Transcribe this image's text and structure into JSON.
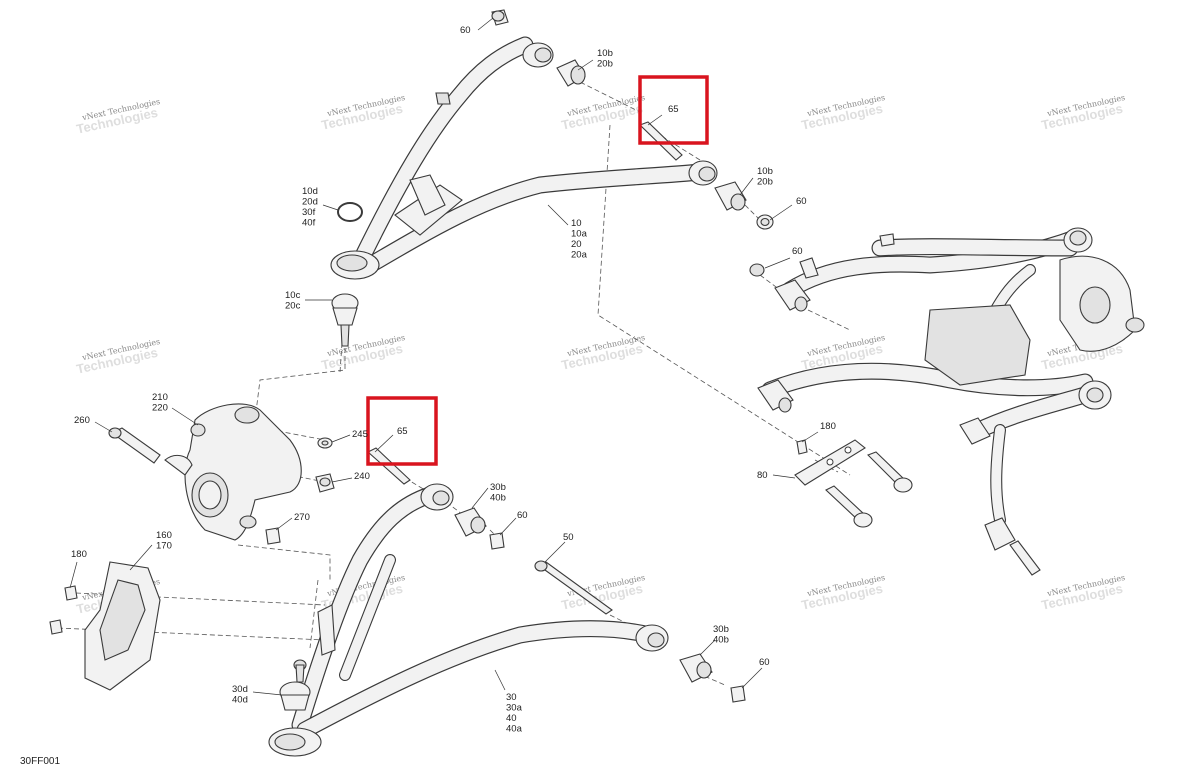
{
  "callouts": [
    {
      "lines": [
        "60"
      ]
    },
    {
      "lines": [
        "10b",
        "20b"
      ]
    },
    {
      "lines": [
        "65"
      ]
    },
    {
      "lines": [
        "10b",
        "20b"
      ]
    },
    {
      "lines": [
        "60"
      ]
    },
    {
      "lines": [
        "10d",
        "20d",
        "30f",
        "40f"
      ]
    },
    {
      "lines": [
        "10",
        "10a",
        "20",
        "20a"
      ]
    },
    {
      "lines": [
        "10c",
        "20c"
      ]
    },
    {
      "lines": [
        "60"
      ]
    },
    {
      "lines": [
        "210",
        "220"
      ]
    },
    {
      "lines": [
        "260"
      ]
    },
    {
      "lines": [
        "245"
      ]
    },
    {
      "lines": [
        "65"
      ]
    },
    {
      "lines": [
        "240"
      ]
    },
    {
      "lines": [
        "270"
      ]
    },
    {
      "lines": [
        "30b",
        "40b"
      ]
    },
    {
      "lines": [
        "60"
      ]
    },
    {
      "lines": [
        "180"
      ]
    },
    {
      "lines": [
        "80"
      ]
    },
    {
      "lines": [
        "160",
        "170"
      ]
    },
    {
      "lines": [
        "180"
      ]
    },
    {
      "lines": [
        "50"
      ]
    },
    {
      "lines": [
        "30b",
        "40b"
      ]
    },
    {
      "lines": [
        "60"
      ]
    },
    {
      "lines": [
        "30d",
        "40d"
      ]
    },
    {
      "lines": [
        "30",
        "30a",
        "40",
        "40a"
      ]
    }
  ],
  "figure_id": "30FF001",
  "watermark": {
    "line1": "vNext Technologies",
    "line2": "Technologies"
  },
  "highlight_color": "#d9141e"
}
